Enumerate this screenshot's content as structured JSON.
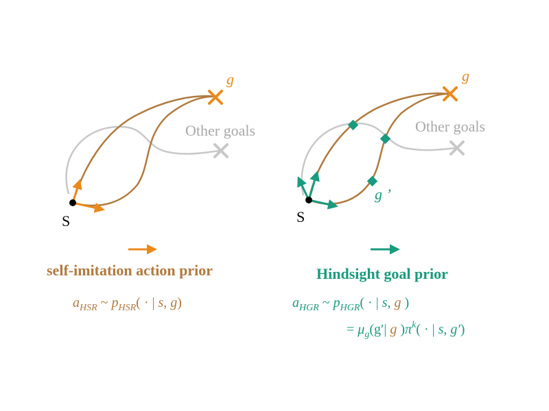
{
  "colors": {
    "brown": "#b07a3e",
    "orange": "#ea8a1c",
    "teal": "#1a9a7e",
    "gray": "#c8c8c8",
    "grayText": "#a8a8a8",
    "black": "#000000"
  },
  "left": {
    "goal_label": "g",
    "other_goals_label": "Other goals",
    "start_label": "S",
    "legend_title": "self-imitation action prior",
    "formula": {
      "a": "a",
      "a_sub": "HSR",
      "sim": " ~ ",
      "p": "p",
      "p_sub": "HSR",
      "args_open": "( · | ",
      "s": "s",
      "comma": ", ",
      "g": "g",
      "args_close": ")"
    }
  },
  "right": {
    "goal_label": "g",
    "other_goals_label": "Other goals",
    "start_label": "S",
    "subgoal_label": "g ’",
    "legend_title": "Hindsight goal prior",
    "formula_line1": {
      "a": "a",
      "a_sub": "HGR",
      "sim": " ~ ",
      "p": "p",
      "p_sub": "HGR",
      "args_open": "( · | ",
      "s": "s",
      "comma": ", ",
      "g": "g",
      "args_close": " )"
    },
    "formula_line2": {
      "eq": "= ",
      "mu": "μ",
      "mu_sub": "g",
      "open": "(g′| ",
      "g": "g",
      "close": " )",
      "pi": "π",
      "pi_sup": "k",
      "args_open": "( · | ",
      "s": "s",
      "comma": ", ",
      "gp": "g′",
      "args_close": ")"
    }
  }
}
